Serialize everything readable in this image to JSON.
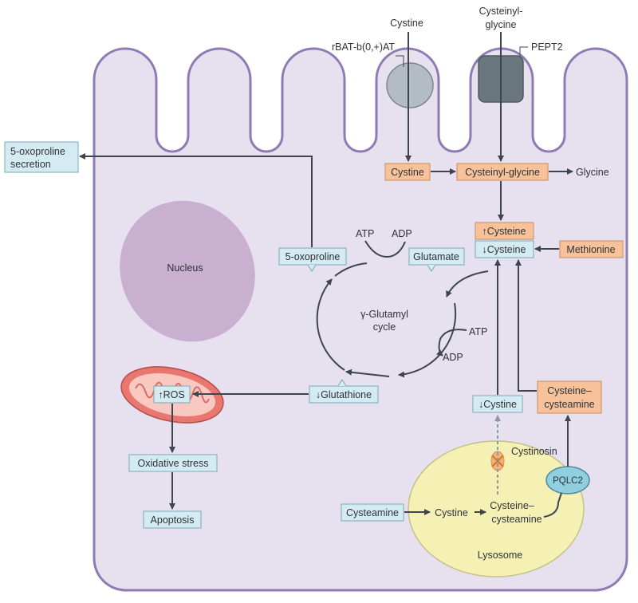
{
  "transporters": {
    "rbat": "rBAT-b(0,+)AT",
    "pept2": "PEPT2",
    "cystine_in": "Cystine",
    "cysteinylglycine_in_1": "Cysteinyl-",
    "cysteinylglycine_in_2": "glycine"
  },
  "boxes": {
    "cystine": "Cystine",
    "cysteinyl_glycine": "Cysteinyl-glycine",
    "glycine": "Glycine",
    "up_cysteine": "↑Cysteine",
    "down_cysteine": "↓Cysteine",
    "methionine": "Methionine",
    "oxoproline_secretion_1": "5-oxoproline",
    "oxoproline_secretion_2": "secretion",
    "oxoproline": "5-oxoproline",
    "glutamate": "Glutamate",
    "glutathione": "↓Glutathione",
    "ros": "↑ROS",
    "oxidative_stress": "Oxidative stress",
    "apoptosis": "Apoptosis",
    "down_cystine": "↓Cystine",
    "cysteine_cysteamine_box_1": "Cysteine–",
    "cysteine_cysteamine_box_2": "cysteamine",
    "cysteamine": "Cysteamine"
  },
  "labels": {
    "nucleus": "Nucleus",
    "cycle_1": "γ-Glutamyl",
    "cycle_2": "cycle",
    "atp_top": "ATP",
    "adp_top": "ADP",
    "atp_right": "ATP",
    "adp_right": "ADP",
    "cystinosin": "Cystinosin",
    "lysosome": "Lysosome",
    "pqlc2": "PQLC2",
    "lys_cystine": "Cystine",
    "lys_cc_1": "Cysteine–",
    "lys_cc_2": "cysteamine"
  },
  "colors": {
    "cell_fill": "#e6e0ef",
    "cell_stroke": "#8e7bb3",
    "blue_box": "#d4ebf1",
    "orange_box": "#f7c29a",
    "nucleus": "#c9afd0",
    "lysosome": "#f5f1b4",
    "mito_outer": "#e9776f",
    "pqlc2": "#8fcfe0"
  }
}
